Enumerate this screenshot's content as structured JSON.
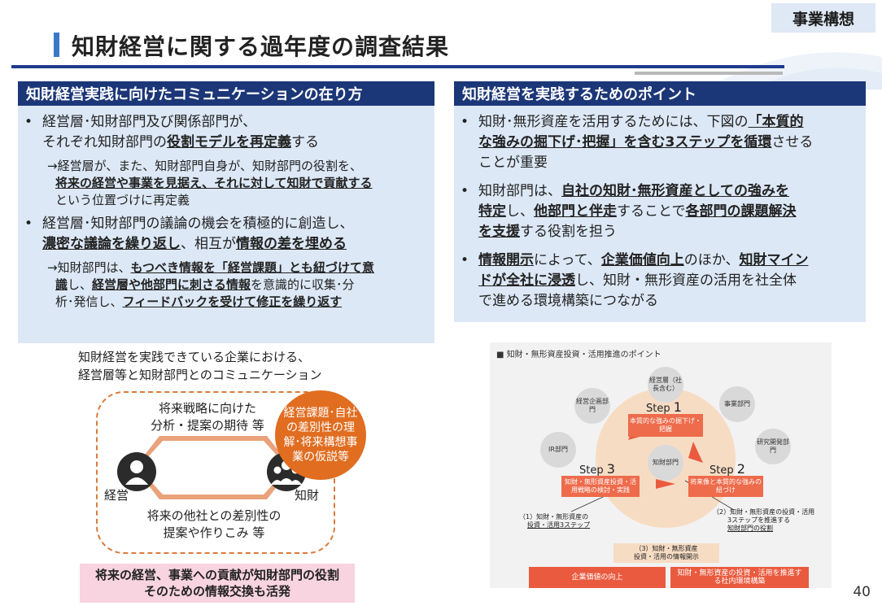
{
  "header": {
    "corner_tag": "事業構想",
    "title": "知財経営に関する過年度の調査結果"
  },
  "left_panel": {
    "heading": "知財経営実践に向けたコミュニケーションの在り方",
    "b1_l1": "経営層･知財部門及び関係部門が、",
    "b1_l2a": "それぞれ知財部門の",
    "b1_l2b": "役割モデルを再定義",
    "b1_l2c": "する",
    "s1_l1": "→経営層が、また、知財部門自身が、知財部門の役割を、",
    "s1_l2": "将来の経営や事業を見据え、それに対して知財で貢献する",
    "s1_l3": "という位置づけに再定義",
    "b2_l1": "経営層･知財部門の議論の機会を積極的に創造し、",
    "b2_l2a": "濃密な議論を繰り返し",
    "b2_l2b": "、相互が",
    "b2_l2c": "情報の差を埋める",
    "s2_l1a": "→知財部門は、",
    "s2_l1b": "もつべき情報を「経営課題」とも紐づけて意",
    "s2_l2a": "識",
    "s2_l2b": "し、",
    "s2_l2c": "経営層や他部門に刺さる情報",
    "s2_l2d": "を意識的に収集･分",
    "s2_l3a": "析･発信し、",
    "s2_l3b": "フィードバックを受けて修正を繰り返す"
  },
  "right_panel": {
    "heading": "知財経営を実践するためのポイント",
    "p1_l1a": "知財･無形資産を活用するためには、下図の",
    "p1_l1b": "「本質的",
    "p1_l2a": "な強みの掘下げ･把握」を含む3ステップを循環",
    "p1_l2b": "させる",
    "p1_l3": "ことが重要",
    "p2_l1a": "知財部門は、",
    "p2_l1b": "自社の知財･無形資産としての強みを",
    "p2_l2a": "特定",
    "p2_l2b": "し、",
    "p2_l2c": "他部門と伴走",
    "p2_l2d": "することで",
    "p2_l2e": "各部門の課題解決",
    "p2_l3a": "を支援",
    "p2_l3b": "する役割を担う",
    "p3_l1a": "情報開示",
    "p3_l1b": "によって、",
    "p3_l1c": "企業価値向上",
    "p3_l1d": "のほか、",
    "p3_l1e": "知財マイン",
    "p3_l2a": "ドが全社に浸透",
    "p3_l2b": "し、知財・無形資産の活用を社全体",
    "p3_l3": "で進める環境構築につながる"
  },
  "comm": {
    "caption_l1": "知財経営を実践できている企業における、",
    "caption_l2": "経営層等と知財部門とのコミュニケーション",
    "top_text_l1": "将来戦略に向けた",
    "top_text_l2": "分析・提案の期待 等",
    "bottom_text_l1": "将来の他社との差別性の",
    "bottom_text_l2": "提案や作りこみ 等",
    "left_label": "経営",
    "right_label": "知財",
    "bubble": "経営課題･自社の差別性の理解･将来構想事業の仮説等",
    "banner_l1": "将来の経営、事業への貢献が知財部門の役割",
    "banner_l2": "そのための情報交換も活発"
  },
  "figure": {
    "title": "■ 知財・無形資産投資・活用推進のポイント",
    "nodes": {
      "top": "経営層（社長含む）",
      "plan": "経営企画部門",
      "business": "事業部門",
      "ir": "IR部門",
      "rd": "研究開発部門",
      "ip": "知財部門"
    },
    "step1_label": "Step",
    "step1_num": "1",
    "step1_text": "本質的な強みの掘下げ・把握",
    "step2_label": "Step",
    "step2_num": "2",
    "step2_text": "将来像と本質的な強みの紐づけ",
    "step3_label": "Step",
    "step3_num": "3",
    "step3_text": "知財・無形資産投資・活用戦略の検討・実践",
    "note1_l1": "（1）知財・無形資産の",
    "note1_l2": "投資・活用3ステップ",
    "note2_l1": "（2）知財・無形資産の投資・活用",
    "note2_l2": "3ステップを推進する",
    "note2_l3": "知財部門の役割",
    "note3_l1": "（3）知財・無形資産",
    "note3_l2": "投資・活用の情報開示",
    "box_left": "企業価値の向上",
    "box_right": "知財・無形資産の投資・活用を推進する社内環境構築"
  },
  "page_number": "40"
}
